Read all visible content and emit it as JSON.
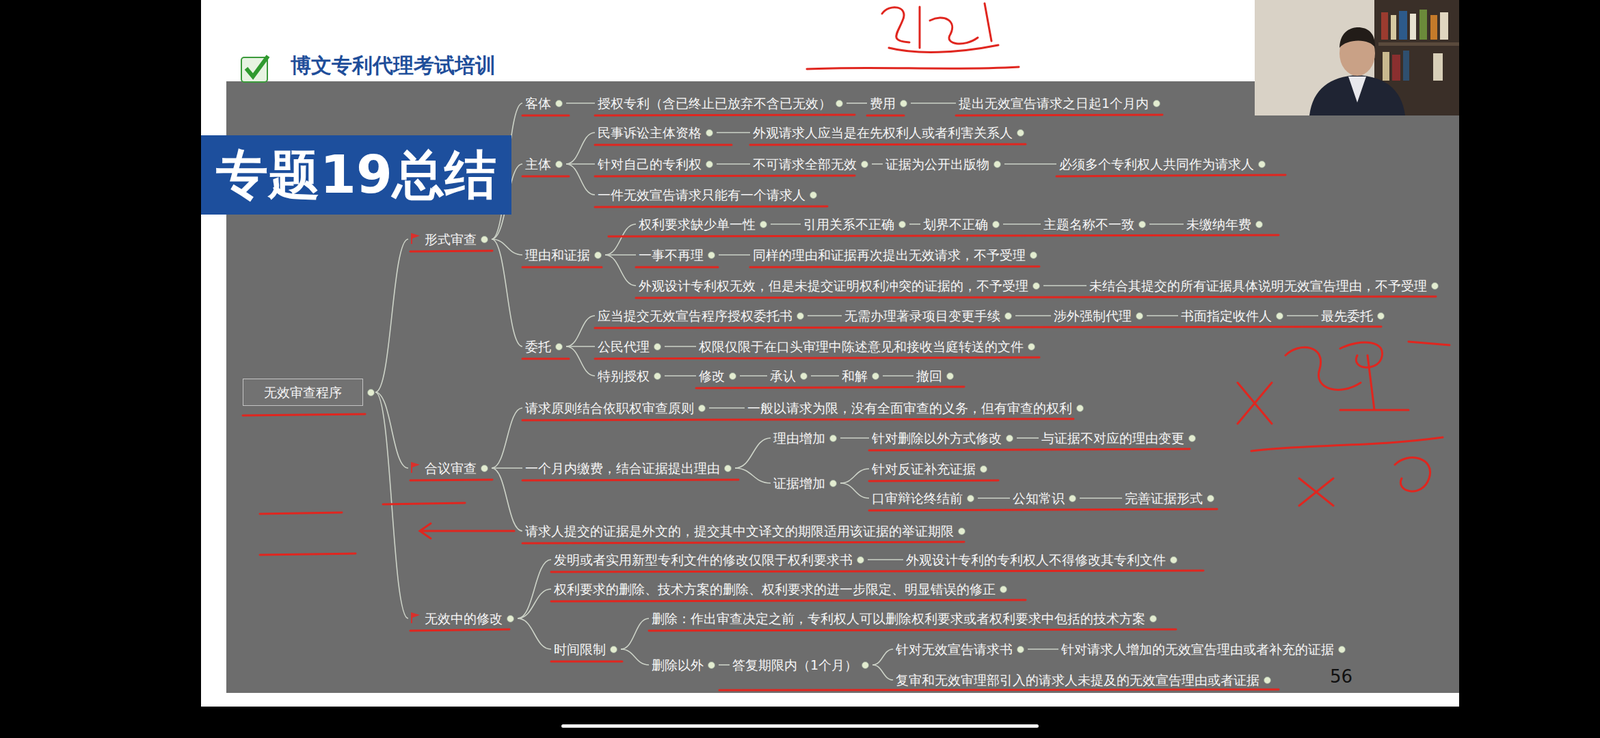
{
  "diagram": {
    "title": "专题19总结",
    "nodes": [
      {
        "text": [
          "无效审查程序"
        ]
      },
      {
        "text": [
          "形式审查"
        ]
      },
      {
        "text": [
          "客体"
        ]
      },
      {
        "text": [
          "授权专利（含已终止已放弃不含已无效）"
        ]
      },
      {
        "text": [
          "费用"
        ]
      },
      {
        "text": [
          "提出无效宣告请求之日起1个月内"
        ]
      },
      {
        "text": [
          "主体"
        ]
      },
      {
        "text": [
          "民事诉讼主体资格"
        ]
      },
      {
        "text": [
          "外观请求人应当是在先权利人或者利害关系人"
        ]
      },
      {
        "text": [
          "针对自己的专利权"
        ]
      },
      {
        "text": [
          "不可请求全部无效"
        ]
      },
      {
        "text": [
          "证据为公开出版物"
        ]
      },
      {
        "text": [
          "必须多个专利权人共同作为请求人"
        ]
      },
      {
        "text": [
          "一件无效宣告请求只能有一个请求人"
        ]
      },
      {
        "text": [
          "理由和证据"
        ]
      },
      {
        "text": [
          "权利要求缺少单一性"
        ]
      },
      {
        "text": [
          "引用关系不正确"
        ]
      },
      {
        "text": [
          "划界不正确"
        ]
      },
      {
        "text": [
          "主题名称不一致"
        ]
      },
      {
        "text": [
          "未缴纳年费"
        ]
      },
      {
        "text": [
          "一事不再理"
        ]
      },
      {
        "text": [
          "同样的理由和证据再次提出无效请求，不予受理"
        ]
      },
      {
        "text": [
          "外观设计专利权无效，但是未提交证明权利冲突的证据的，不予受理"
        ]
      },
      {
        "text": [
          "未结合其提交的所有证据具体说明无效宣告理由，不予受理"
        ]
      },
      {
        "text": [
          "委托"
        ]
      },
      {
        "text": [
          "应当提交无效宣告程序授权委托书"
        ]
      },
      {
        "text": [
          "无需办理著录项目变更手续"
        ]
      },
      {
        "text": [
          "涉外强制代理"
        ]
      },
      {
        "text": [
          "书面指定收件人"
        ]
      },
      {
        "text": [
          "最先委托"
        ]
      },
      {
        "text": [
          "公民代理"
        ]
      },
      {
        "text": [
          "权限仅限于在口头审理中陈述意见和接收当庭转送的文件"
        ]
      },
      {
        "text": [
          "特别授权"
        ]
      },
      {
        "text": [
          "修改"
        ]
      },
      {
        "text": [
          "承认"
        ]
      },
      {
        "text": [
          "和解"
        ]
      },
      {
        "text": [
          "撤回"
        ]
      },
      {
        "text": [
          "合议审查"
        ]
      },
      {
        "text": [
          "请求原则结合依职权审查原则"
        ]
      },
      {
        "text": [
          "一般以请求为限，没有全面审查的义务，但有审查的权利"
        ]
      },
      {
        "text": [
          "一个月内缴费，结合证据提出理由"
        ]
      },
      {
        "text": [
          "理由增加"
        ]
      },
      {
        "text": [
          "针对删除以外方式修改"
        ]
      },
      {
        "text": [
          "与证据不对应的理由变更"
        ]
      },
      {
        "text": [
          "证据增加"
        ]
      },
      {
        "text": [
          "针对反证补充证据"
        ]
      },
      {
        "text": [
          "口审辩论终结前"
        ]
      },
      {
        "text": [
          "公知常识"
        ]
      },
      {
        "text": [
          "完善证据形式"
        ]
      },
      {
        "text": [
          "请求人提交的证据是外文的，提交其中文译文的期限适用该证据的举证期限"
        ]
      },
      {
        "text": [
          "无效中的修改"
        ]
      },
      {
        "text": [
          "发明或者实用新型专利文件的修改仅限于权利要求书"
        ]
      },
      {
        "text": [
          "外观设计专利的专利权人不得修改其专利文件"
        ]
      },
      {
        "text": [
          "权利要求的删除、技术方案的删除、权利要求的进一步限定、明显错误的修正"
        ]
      },
      {
        "text": [
          "时间限制"
        ]
      },
      {
        "text": [
          "删除：作出审查决定之前，专利权人可以删除权利要求或者权利要求中包括的技术方案"
        ]
      },
      {
        "text": [
          "删除以外"
        ]
      },
      {
        "text": [
          "答复期限内（1个月）"
        ]
      },
      {
        "text": [
          "针对无效宣告请求书"
        ]
      },
      {
        "text": [
          "针对请求人增加的无效宣告理由或者补充的证据"
        ]
      },
      {
        "text": [
          "复审和无效审理部引入的请求人未提及的无效宣告理由或者证据"
        ]
      }
    ],
    "edges": [
      {
        "from": 0,
        "to": 1,
        "arrow": "none"
      },
      {
        "from": 0,
        "to": 37,
        "arrow": "none"
      },
      {
        "from": 0,
        "to": 50,
        "arrow": "none"
      },
      {
        "from": 1,
        "to": 2,
        "arrow": "none"
      },
      {
        "from": 1,
        "to": 6,
        "arrow": "none"
      },
      {
        "from": 1,
        "to": 14,
        "arrow": "none"
      },
      {
        "from": 1,
        "to": 24,
        "arrow": "none"
      },
      {
        "from": 2,
        "to": 3,
        "arrow": "none"
      },
      {
        "from": 3,
        "to": 4,
        "arrow": "none"
      },
      {
        "from": 4,
        "to": 5,
        "arrow": "none"
      },
      {
        "from": 6,
        "to": 7,
        "arrow": "none"
      },
      {
        "from": 7,
        "to": 8,
        "arrow": "none"
      },
      {
        "from": 6,
        "to": 9,
        "arrow": "none"
      },
      {
        "from": 9,
        "to": 10,
        "arrow": "none"
      },
      {
        "from": 10,
        "to": 11,
        "arrow": "none"
      },
      {
        "from": 11,
        "to": 12,
        "arrow": "none"
      },
      {
        "from": 6,
        "to": 13,
        "arrow": "none"
      },
      {
        "from": 14,
        "to": 15,
        "arrow": "none"
      },
      {
        "from": 15,
        "to": 16,
        "arrow": "none"
      },
      {
        "from": 16,
        "to": 17,
        "arrow": "none"
      },
      {
        "from": 17,
        "to": 18,
        "arrow": "none"
      },
      {
        "from": 18,
        "to": 19,
        "arrow": "none"
      },
      {
        "from": 14,
        "to": 20,
        "arrow": "none"
      },
      {
        "from": 20,
        "to": 21,
        "arrow": "none"
      },
      {
        "from": 14,
        "to": 22,
        "arrow": "none"
      },
      {
        "from": 22,
        "to": 23,
        "arrow": "none"
      },
      {
        "from": 24,
        "to": 25,
        "arrow": "none"
      },
      {
        "from": 25,
        "to": 26,
        "arrow": "none"
      },
      {
        "from": 26,
        "to": 27,
        "arrow": "none"
      },
      {
        "from": 27,
        "to": 28,
        "arrow": "none"
      },
      {
        "from": 28,
        "to": 29,
        "arrow": "none"
      },
      {
        "from": 24,
        "to": 30,
        "arrow": "none"
      },
      {
        "from": 30,
        "to": 31,
        "arrow": "none"
      },
      {
        "from": 24,
        "to": 32,
        "arrow": "none"
      },
      {
        "from": 32,
        "to": 33,
        "arrow": "none"
      },
      {
        "from": 33,
        "to": 34,
        "arrow": "none"
      },
      {
        "from": 34,
        "to": 35,
        "arrow": "none"
      },
      {
        "from": 35,
        "to": 36,
        "arrow": "none"
      },
      {
        "from": 37,
        "to": 38,
        "arrow": "none"
      },
      {
        "from": 38,
        "to": 39,
        "arrow": "none"
      },
      {
        "from": 37,
        "to": 40,
        "arrow": "none"
      },
      {
        "from": 40,
        "to": 41,
        "arrow": "none"
      },
      {
        "from": 41,
        "to": 42,
        "arrow": "none"
      },
      {
        "from": 42,
        "to": 43,
        "arrow": "none"
      },
      {
        "from": 40,
        "to": 44,
        "arrow": "none"
      },
      {
        "from": 44,
        "to": 45,
        "arrow": "none"
      },
      {
        "from": 44,
        "to": 46,
        "arrow": "none"
      },
      {
        "from": 46,
        "to": 47,
        "arrow": "none"
      },
      {
        "from": 47,
        "to": 48,
        "arrow": "none"
      },
      {
        "from": 37,
        "to": 49,
        "arrow": "none"
      },
      {
        "from": 50,
        "to": 51,
        "arrow": "none"
      },
      {
        "from": 51,
        "to": 52,
        "arrow": "none"
      },
      {
        "from": 50,
        "to": 53,
        "arrow": "none"
      },
      {
        "from": 50,
        "to": 54,
        "arrow": "none"
      },
      {
        "from": 54,
        "to": 55,
        "arrow": "none"
      },
      {
        "from": 54,
        "to": 56,
        "arrow": "none"
      },
      {
        "from": 56,
        "to": 57,
        "arrow": "none"
      },
      {
        "from": 57,
        "to": 58,
        "arrow": "none"
      },
      {
        "from": 58,
        "to": 59,
        "arrow": "none"
      },
      {
        "from": 57,
        "to": 60,
        "arrow": "none"
      }
    ],
    "labels": [
      "博文专利代理考试培训",
      "56"
    ]
  }
}
